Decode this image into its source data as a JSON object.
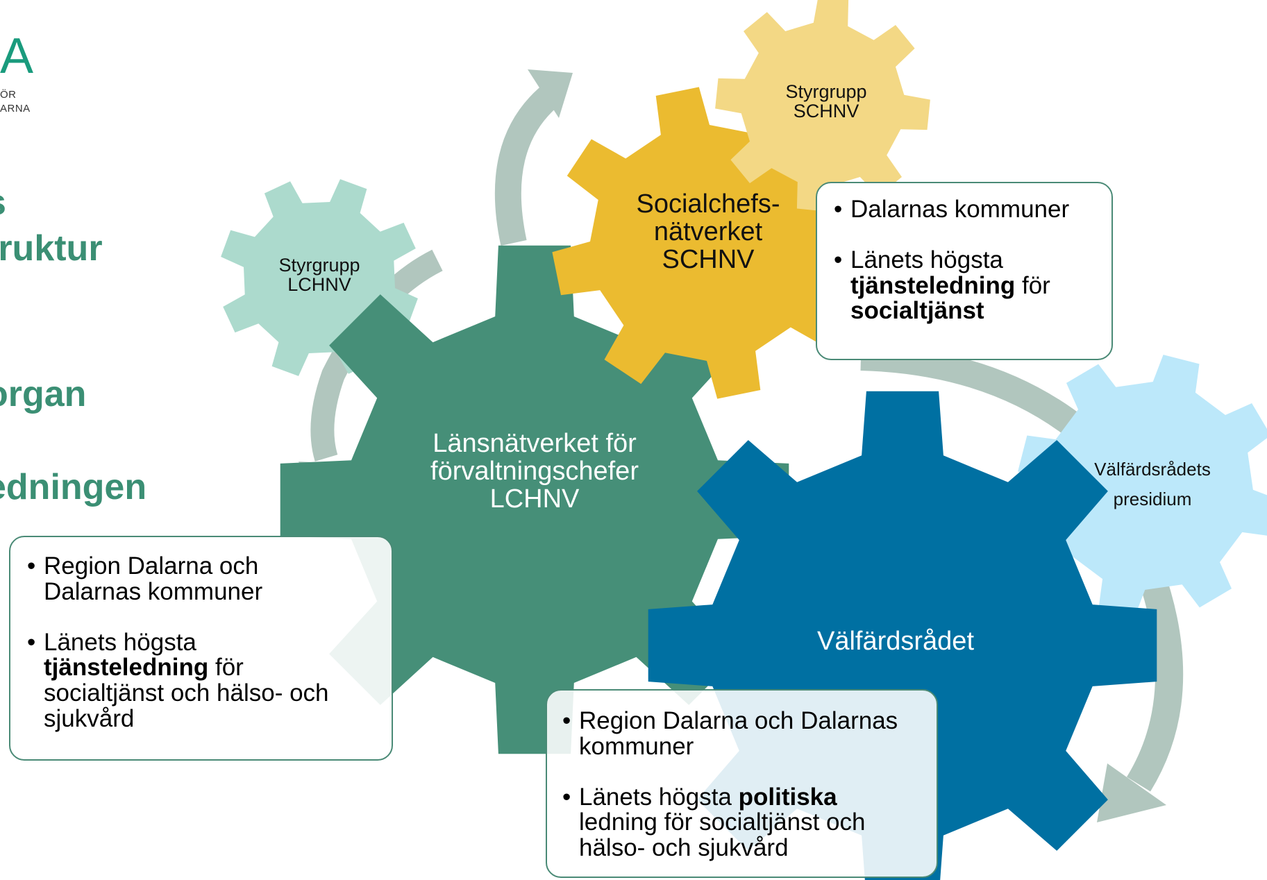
{
  "logo": {
    "letter": "A",
    "line1": "ÖR",
    "line2": "ARNA"
  },
  "side_titles": [
    "s",
    "truktur",
    "organ",
    "edningen"
  ],
  "gears": {
    "lchnv": {
      "lines": [
        "Länsnätverket för",
        "förvaltningschefer",
        "LCHNV"
      ],
      "color": "#468f78"
    },
    "schnv": {
      "lines": [
        "Socialchefs-",
        "nätverket",
        "SCHNV"
      ],
      "color": "#ebbb30"
    },
    "styr_lchnv": {
      "lines": [
        "Styrgrupp",
        "LCHNV"
      ],
      "color": "#acdacd"
    },
    "styr_schnv": {
      "lines": [
        "Styrgrupp",
        "SCHNV"
      ],
      "color": "#f3d885"
    },
    "valfard": {
      "lines": [
        "Välfärdsrådet"
      ],
      "color": "#0070a2"
    },
    "presidium": {
      "lines": [
        "Välfärdsrådets",
        "presidium"
      ],
      "color": "#bce8fa"
    }
  },
  "boxes": {
    "schnv": {
      "items": [
        {
          "pre": "Dalarnas kommuner",
          "bold": "",
          "post": "",
          "bold2": ""
        },
        {
          "pre": "Länets högsta ",
          "bold": "tjänsteledning",
          "post": " för ",
          "bold2": "socialtjänst"
        }
      ]
    },
    "lchnv": {
      "items": [
        {
          "pre": "Region Dalarna och Dalarnas kommuner",
          "bold": "",
          "post": "",
          "bold2": ""
        },
        {
          "pre": "Länets högsta ",
          "bold": "tjänsteledning",
          "post": " för socialtjänst och hälso- och sjukvård",
          "bold2": ""
        }
      ]
    },
    "valfard": {
      "items": [
        {
          "pre": "Region Dalarna och Dalarnas kommuner",
          "bold": "",
          "post": "",
          "bold2": ""
        },
        {
          "pre": "Länets högsta ",
          "bold": "politiska",
          "post": " ledning för socialtjänst och hälso- och sjukvård",
          "bold2": ""
        }
      ]
    }
  },
  "colors": {
    "arrow": "#b1c6be",
    "box_border": "#4a8a76",
    "title_green": "#3b8f74"
  }
}
